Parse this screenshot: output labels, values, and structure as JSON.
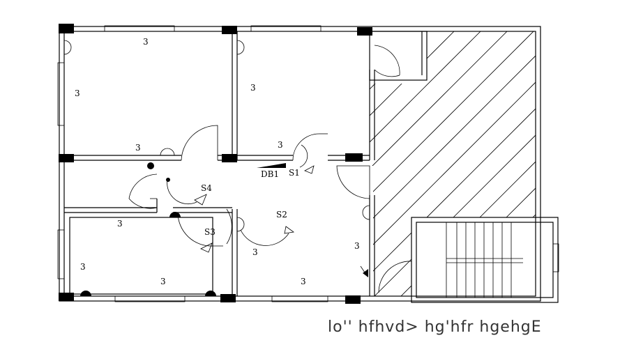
{
  "room_labels": {
    "r1_top": "3",
    "r1_left": "3",
    "r1_bottom": "3",
    "r2_left": "3",
    "r2_bottom": "3",
    "r3_top": "3",
    "r3_left": "3",
    "r3_bottom": "3",
    "r4_left": "3",
    "r4_right": "3",
    "r4_bottom": "3"
  },
  "switch_labels": {
    "db1": "DB1",
    "s1": "S1",
    "s2": "S2",
    "s3": "S3",
    "s4": "S4"
  },
  "caption": "lo'' hfhvd> hg'hfr hgehgE",
  "colors": {
    "line": "#000000",
    "background": "#ffffff",
    "caption": "#333333"
  }
}
